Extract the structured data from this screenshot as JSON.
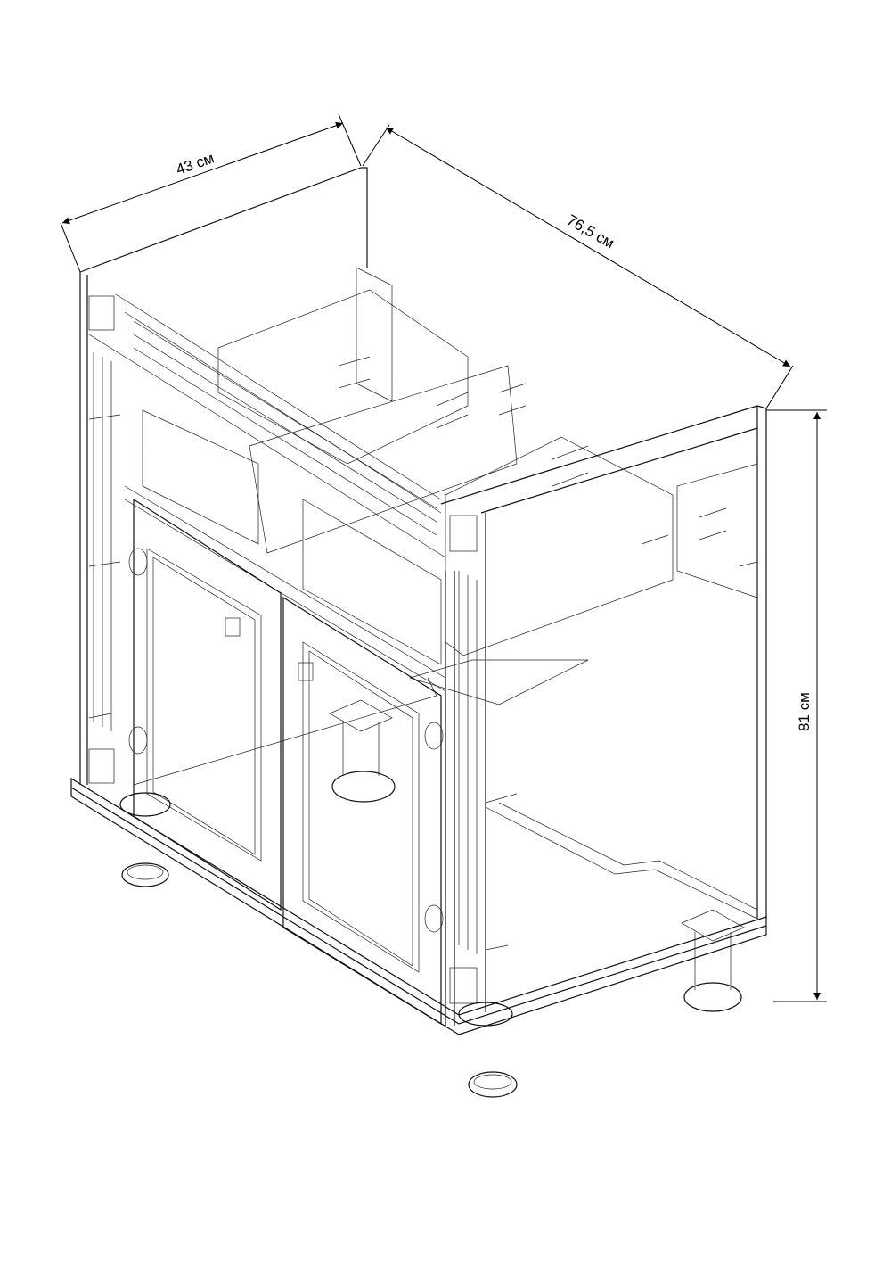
{
  "dimensions": {
    "depth": "43 см",
    "width": "76,5 см",
    "height": "81 см"
  }
}
